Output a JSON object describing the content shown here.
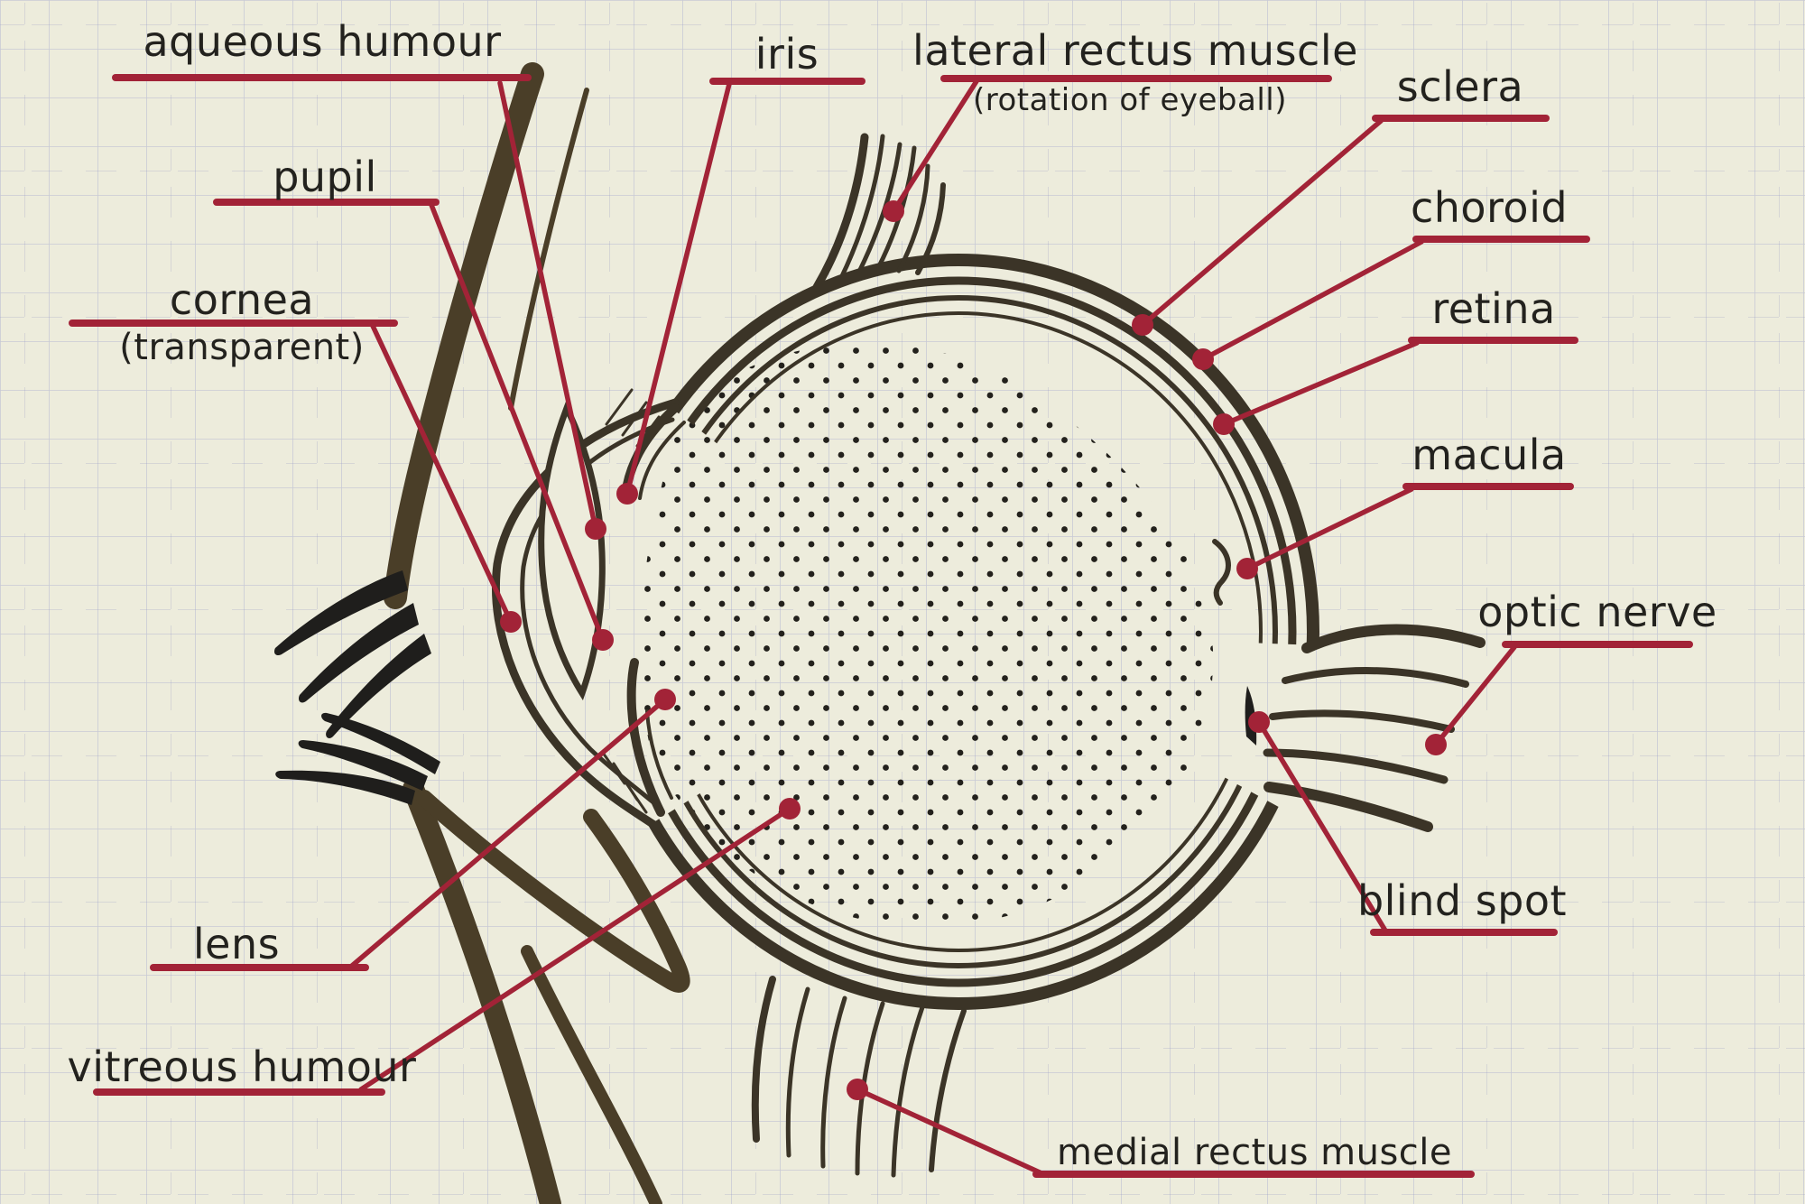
{
  "diagram": {
    "subject": "human eye anatomy cross-section on graph paper",
    "style": "hand-drawn sketch with red callout lines"
  },
  "colors": {
    "paper": "#edecdc",
    "grid": "#a9aed0",
    "ink": "#3b3427",
    "eyelid": "#4a3e28",
    "lash": "#1f1e1c",
    "accent": "#a22337",
    "label_text": "#23221e"
  },
  "labels": [
    {
      "id": "aqueous-humour",
      "text": "aqueous humour"
    },
    {
      "id": "pupil",
      "text": "pupil"
    },
    {
      "id": "cornea",
      "text": "cornea",
      "subtext": "(transparent)"
    },
    {
      "id": "iris",
      "text": "iris"
    },
    {
      "id": "lens",
      "text": "lens"
    },
    {
      "id": "vitreous-humour",
      "text": "vitreous humour"
    },
    {
      "id": "lateral-rectus-muscle",
      "text": "lateral rectus muscle",
      "subtext": "(rotation of eyeball)"
    },
    {
      "id": "sclera",
      "text": "sclera"
    },
    {
      "id": "choroid",
      "text": "choroid"
    },
    {
      "id": "retina",
      "text": "retina"
    },
    {
      "id": "macula",
      "text": "macula"
    },
    {
      "id": "optic-nerve",
      "text": "optic nerve"
    },
    {
      "id": "blind-spot",
      "text": "blind spot"
    },
    {
      "id": "medial-rectus-muscle",
      "text": "medial rectus muscle"
    }
  ]
}
